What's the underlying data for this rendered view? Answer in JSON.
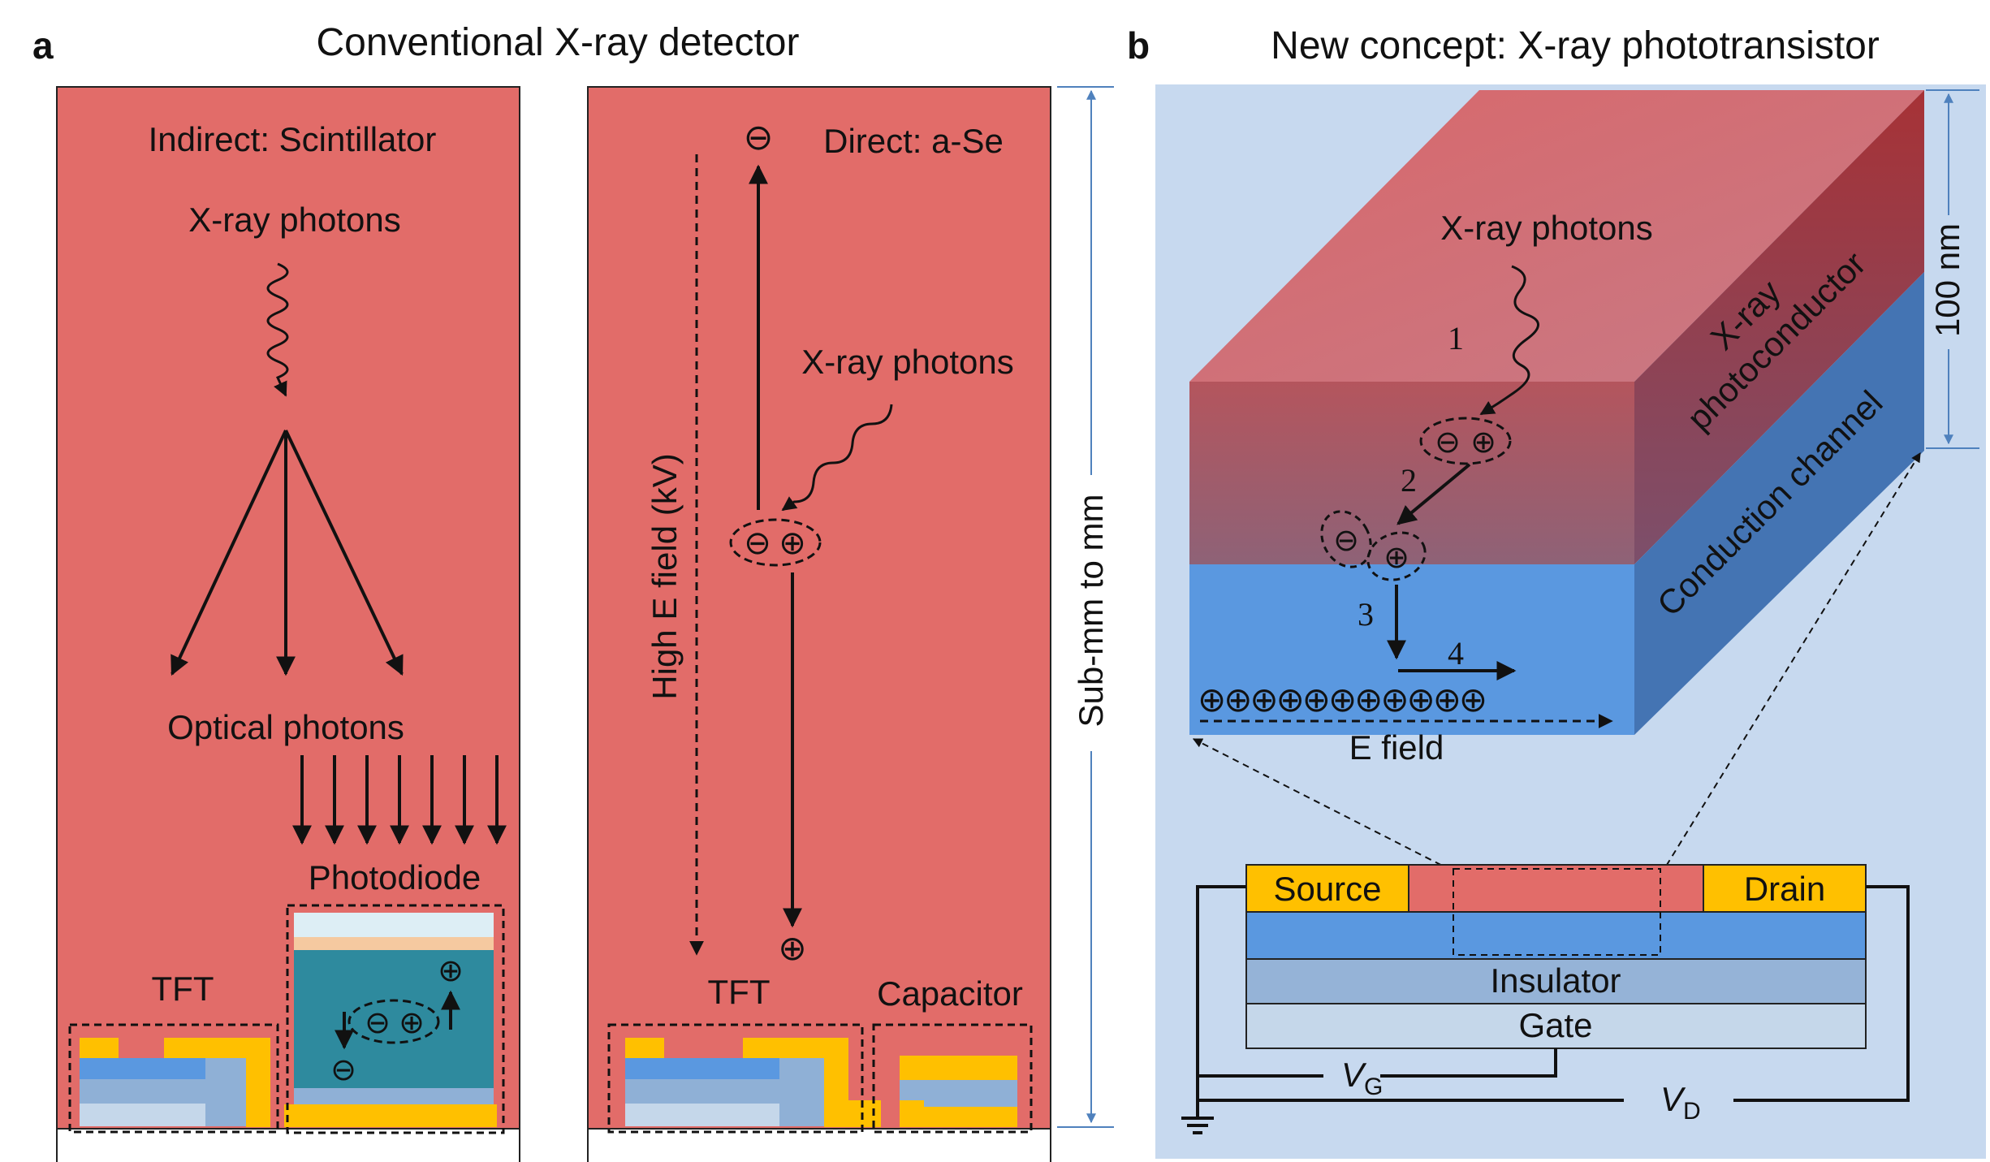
{
  "panel_a": {
    "letter": "a",
    "title": "Conventional X-ray detector",
    "indirect": {
      "title": "Indirect: Scintillator",
      "xray_label": "X-ray photons",
      "optical_label": "Optical photons",
      "photodiode_label": "Photodiode",
      "tft_label": "TFT"
    },
    "direct": {
      "title": "Direct: a-Se",
      "xray_label": "X-ray photons",
      "field_label": "High E field (kV)",
      "tft_label": "TFT",
      "capacitor_label": "Capacitor",
      "thickness_label": "Sub-mm to mm"
    }
  },
  "panel_b": {
    "letter": "b",
    "title": "New concept: X-ray phototransistor",
    "xray_label": "X-ray photons",
    "photoconductor_line1": "X-ray",
    "photoconductor_line2": "photoconductor",
    "channel_label": "Conduction channel",
    "thickness_label": "100 nm",
    "efield_label": "E field",
    "steps": [
      "1",
      "2",
      "3",
      "4"
    ],
    "device": {
      "source": "Source",
      "drain": "Drain",
      "insulator": "Insulator",
      "gate": "Gate",
      "vg": "V",
      "vg_sub": "G",
      "vd": "V",
      "vd_sub": "D"
    }
  },
  "colors": {
    "scintillator_red": "#e26c69",
    "channel_blue": "#5a98e0",
    "gold": "#ffc000",
    "teal": "#2e8a9e",
    "panel_b_bg": "#c7d9ef",
    "dimension_blue": "#4f81bd"
  }
}
